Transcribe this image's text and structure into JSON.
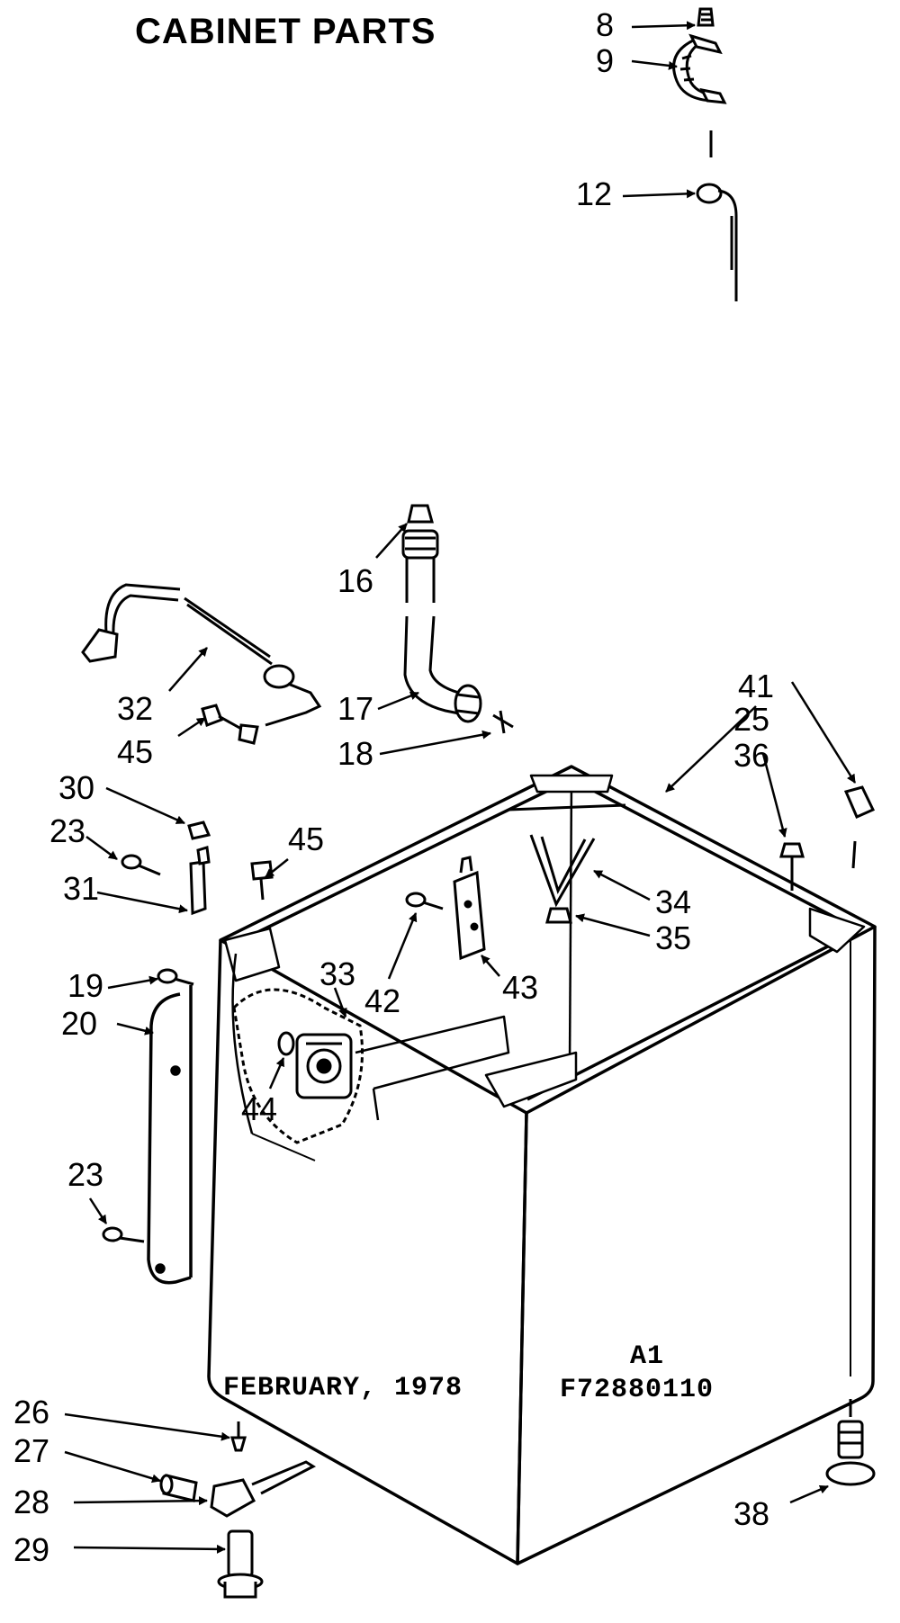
{
  "title": "CABINET PARTS",
  "date_stamp": "FEBRUARY, 1978",
  "revision": "A1",
  "part_code": "F72880110",
  "callouts": {
    "c8": "8",
    "c9": "9",
    "c12": "12",
    "c16": "16",
    "c17": "17",
    "c18": "18",
    "c32": "32",
    "c45a": "45",
    "c30": "30",
    "c23a": "23",
    "c31": "31",
    "c45b": "45",
    "c41": "41",
    "c25": "25",
    "c36": "36",
    "c34": "34",
    "c35": "35",
    "c33": "33",
    "c42": "42",
    "c43": "43",
    "c19": "19",
    "c20": "20",
    "c44": "44",
    "c23b": "23",
    "c26": "26",
    "c27": "27",
    "c28": "28",
    "c29": "29",
    "c38": "38"
  }
}
